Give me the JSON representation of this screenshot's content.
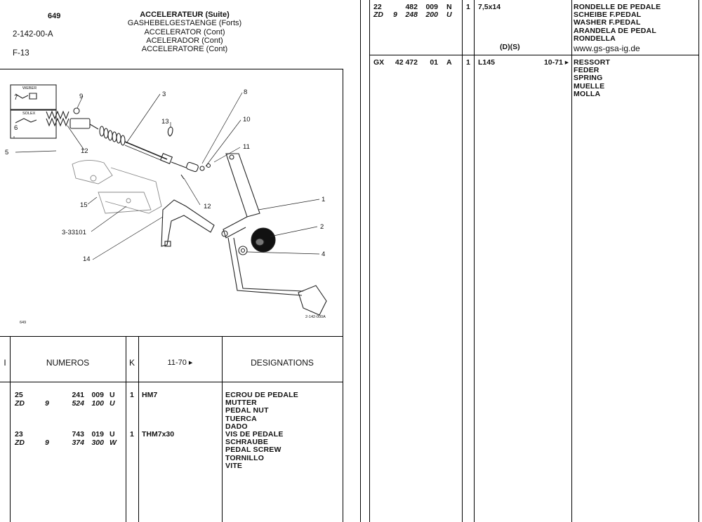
{
  "header": {
    "page_number": "649",
    "ref_code": "2-142-00-A",
    "section": "F-13",
    "titles": [
      "ACCELERATEUR (Suite)",
      "GASHEBELGESTAENGE (Forts)",
      "ACCELERATOR (Cont)",
      "ACELERADOR (Cont)",
      "ACCELERATORE (Cont)"
    ]
  },
  "diagram": {
    "callouts": [
      "1",
      "2",
      "3",
      "4",
      "5",
      "6",
      "7",
      "8",
      "9",
      "10",
      "11",
      "12",
      "12",
      "13",
      "14",
      "15",
      "3-33101"
    ],
    "inset_labels": [
      "WEBER",
      "SOLEX"
    ],
    "fig_ref": "649",
    "drawing_ref": "2-142-000A"
  },
  "table_header": {
    "col_i": "I",
    "col_numeros": "NUMEROS",
    "col_k": "K",
    "col_date": "11-70 ▸",
    "col_designations": "DESIGNATIONS"
  },
  "left_rows": [
    {
      "line1": {
        "a": "25",
        "b": "",
        "c": "241",
        "d": "009",
        "e": "U"
      },
      "line2": {
        "a": "ZD",
        "b": "9",
        "c": "524",
        "d": "100",
        "e": "U"
      },
      "k": "1",
      "spec": "HM7",
      "designations": [
        "ECROU DE PEDALE",
        "MUTTER",
        "PEDAL NUT",
        "TUERCA",
        "DADO"
      ]
    },
    {
      "line1": {
        "a": "23",
        "b": "",
        "c": "743",
        "d": "019",
        "e": "U"
      },
      "line2": {
        "a": "ZD",
        "b": "9",
        "c": "374",
        "d": "300",
        "e": "W"
      },
      "k": "1",
      "spec": "THM7x30",
      "designations": [
        "VIS DE PEDALE",
        "SCHRAUBE",
        "PEDAL SCREW",
        "TORNILLO",
        "VITE"
      ]
    }
  ],
  "right_rows": [
    {
      "line1": {
        "a": "22",
        "b": "",
        "c": "482",
        "d": "009",
        "e": "N"
      },
      "line2": {
        "a": "ZD",
        "b": "9",
        "c": "248",
        "d": "200",
        "e": "U"
      },
      "k": "1",
      "spec": "7,5x14",
      "note": "(D)(S)",
      "date": "",
      "designations": [
        "RONDELLE DE PEDALE",
        "SCHEIBE F.PEDAL",
        "WASHER F.PEDAL",
        "ARANDELA DE PEDAL",
        "RONDELLA"
      ],
      "watermark": "www.gs-gsa-ig.de"
    },
    {
      "line1": {
        "a": "GX",
        "b": "",
        "c": "42 472",
        "d": "01",
        "e": "A"
      },
      "k": "1",
      "spec": "L145",
      "date": "10-71 ▸",
      "designations": [
        "RESSORT",
        "FEDER",
        "SPRING",
        "MUELLE",
        "MOLLA"
      ]
    }
  ]
}
